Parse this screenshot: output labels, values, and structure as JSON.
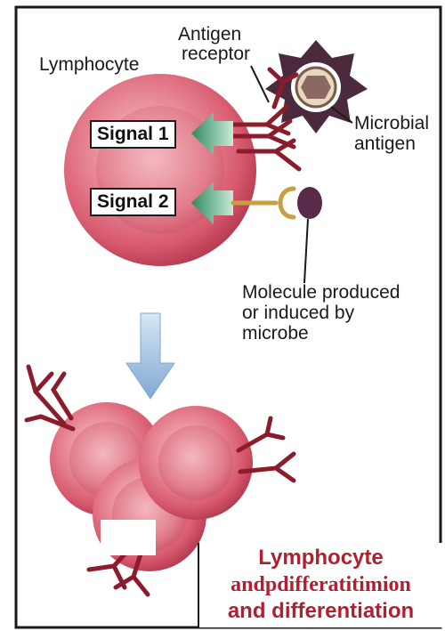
{
  "labels": {
    "lymphocyte": "Lymphocyte",
    "antigen_receptor_line1": "Antigen",
    "antigen_receptor_line2": "receptor",
    "microbial_antigen_line1": "Microbial",
    "microbial_antigen_line2": "antigen",
    "signal1": "Signal 1",
    "signal2": "Signal 2",
    "molecule_line1": "Molecule produced",
    "molecule_line2": "or induced by",
    "molecule_line3": "microbe"
  },
  "result": {
    "line1": "Lymphocyte",
    "line2_overprint": "andpdifferatitimion",
    "line3": "and differentiation"
  },
  "colors": {
    "frame": "#1a1a1a",
    "cell_outer": "#d85a6e",
    "cell_inner": "#e88a97",
    "cell_highlight": "#f6c9cf",
    "receptor": "#8a1c2c",
    "microbe": "#4a2a3c",
    "microbe_core": "#c9b59a",
    "signal_arrow": "#3f9a6e",
    "ligand": "#5a2a4a",
    "costim_receptor": "#c9a040",
    "down_arrow": "#9fc0e0",
    "result_text": "#b02030"
  },
  "icons": [
    "lymphocyte-cell",
    "antigen-receptor",
    "microbe",
    "signal-arrow",
    "down-arrow",
    "proliferating-cells"
  ]
}
